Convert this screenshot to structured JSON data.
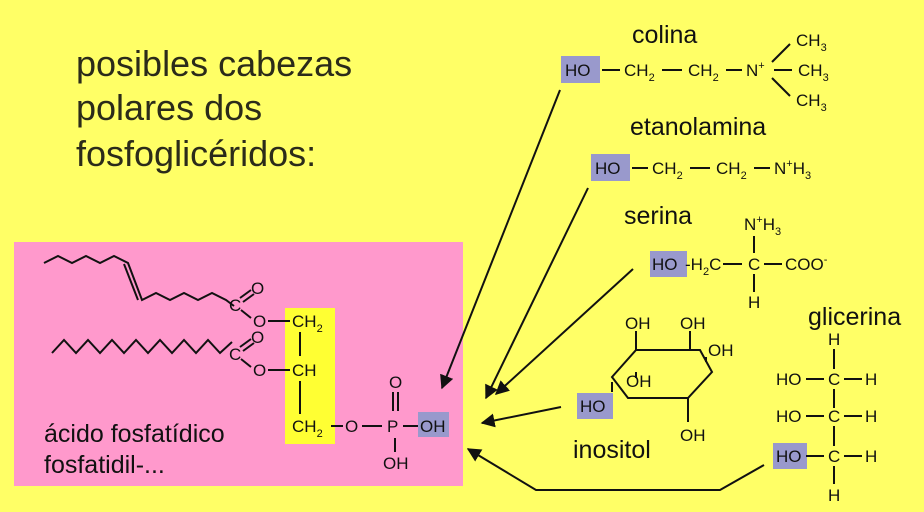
{
  "title": {
    "line1": "posibles cabezas",
    "line2": "polares dos",
    "line3": "fosfoglicéridos:"
  },
  "colors": {
    "background": "#ffff66",
    "lipid_box": "#ff99cc",
    "glycerol_highlight": "#ffff33",
    "hydroxyl_highlight": "#9999cc"
  },
  "lipid": {
    "label_line1": "ácido fosfatídico",
    "label_line2": "fosfatidil-...",
    "ester_c": "C",
    "ester_o": "O",
    "ch2": "CH",
    "ch2_sub": "2",
    "ch": "CH",
    "ch2b": "CH",
    "ch2b_sub": "2",
    "link_o": "O",
    "p": "P",
    "p_o_top": "O",
    "oh": "OH",
    "p_oh_bottom": "OH"
  },
  "heads": {
    "colina": {
      "name": "colina",
      "ho": "HO",
      "ch2a": "CH",
      "ch2b": "CH",
      "sub2": "2",
      "n": "N",
      "plus": "+",
      "ch3": "CH",
      "sub3": "3"
    },
    "etanolamina": {
      "name": "etanolamina",
      "ho": "HO",
      "ch2a": "CH",
      "ch2b": "CH",
      "sub2": "2",
      "nh3": "N",
      "plus": "+",
      "h3": "H",
      "sub3": "3"
    },
    "serina": {
      "name": "serina",
      "ho": "HO",
      "h2c": "-H",
      "h2c_sub": "2",
      "h2c_c": "C",
      "c": "C",
      "coo": "COO",
      "minus": "-",
      "n": "N",
      "plus": "+",
      "h": "H",
      "sub3": "3",
      "h_bottom": "H"
    },
    "inositol": {
      "name": "inositol",
      "oh": "OH",
      "ho": "HO"
    },
    "glicerina": {
      "name": "glicerina",
      "ho": "HO",
      "c": "C",
      "h": "H"
    }
  }
}
